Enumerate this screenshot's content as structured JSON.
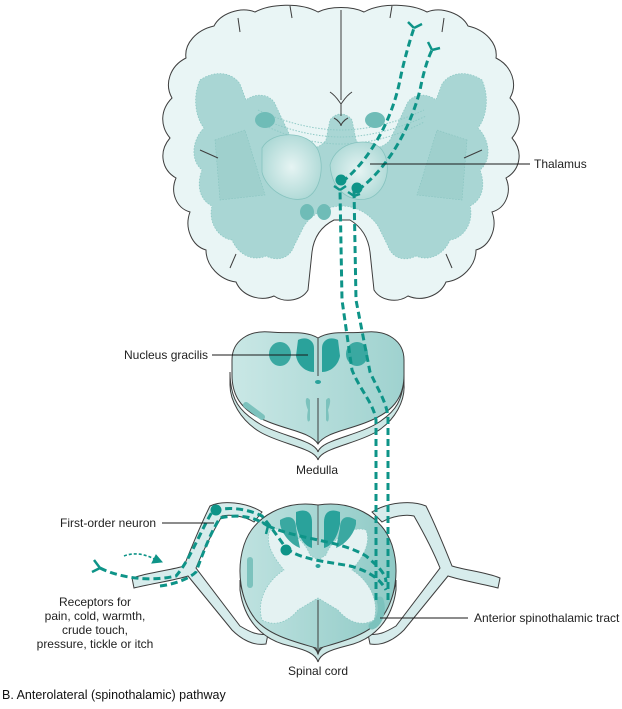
{
  "figure": {
    "caption": "B. Anterolateral (spinothalamic) pathway",
    "colors": {
      "pathway": "#0e9488",
      "tissue_light": "#e8f4f4",
      "tissue_mid": "#a9d6d4",
      "tissue_dark": "#2aa29b",
      "outline": "#3d3d3d"
    }
  },
  "labels": {
    "thalamus": "Thalamus",
    "nucleus_gracilis": "Nucleus gracilis",
    "medulla": "Medulla",
    "first_order_neuron": "First-order neuron",
    "receptors": [
      "Receptors for",
      "pain, cold, warmth,",
      "crude touch,",
      "pressure, tickle or itch"
    ],
    "anterior_spinothalamic_tract": "Anterior spinothalamic tract",
    "spinal_cord": "Spinal cord"
  }
}
